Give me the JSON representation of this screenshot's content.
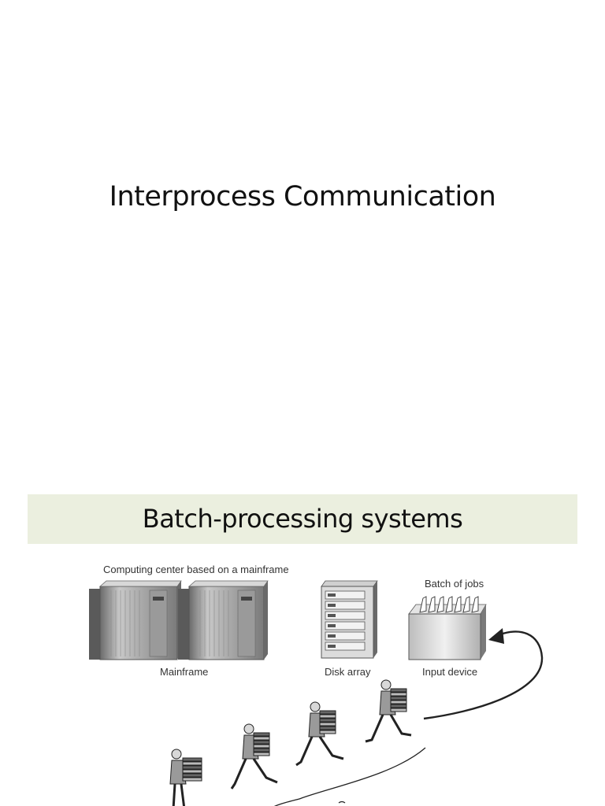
{
  "slide1": {
    "title": "Interprocess Communication"
  },
  "slide2": {
    "title": "Batch-processing systems",
    "diagram": {
      "caption": "Computing center based on a mainframe",
      "labels": {
        "mainframe": "Mainframe",
        "disk_array": "Disk array",
        "input_device": "Input device",
        "batch_of_jobs": "Batch of jobs"
      }
    }
  }
}
